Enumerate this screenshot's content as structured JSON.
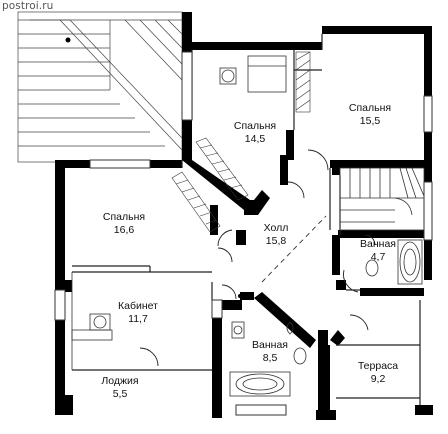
{
  "watermark": "postroi.ru",
  "rooms": [
    {
      "name": "Спальня",
      "area": "14,5"
    },
    {
      "name": "Спальня",
      "area": "15,5"
    },
    {
      "name": "Спальня",
      "area": "16,6"
    },
    {
      "name": "Холл",
      "area": "15,8"
    },
    {
      "name": "Ванная",
      "area": "4,7"
    },
    {
      "name": "Кабинет",
      "area": "11,7"
    },
    {
      "name": "Ванная",
      "area": "8,5"
    },
    {
      "name": "Лоджия",
      "area": "5,5"
    },
    {
      "name": "Терраса",
      "area": "9,2"
    }
  ],
  "colors": {
    "wall": "#000000",
    "line": "#333333",
    "background": "#ffffff"
  }
}
